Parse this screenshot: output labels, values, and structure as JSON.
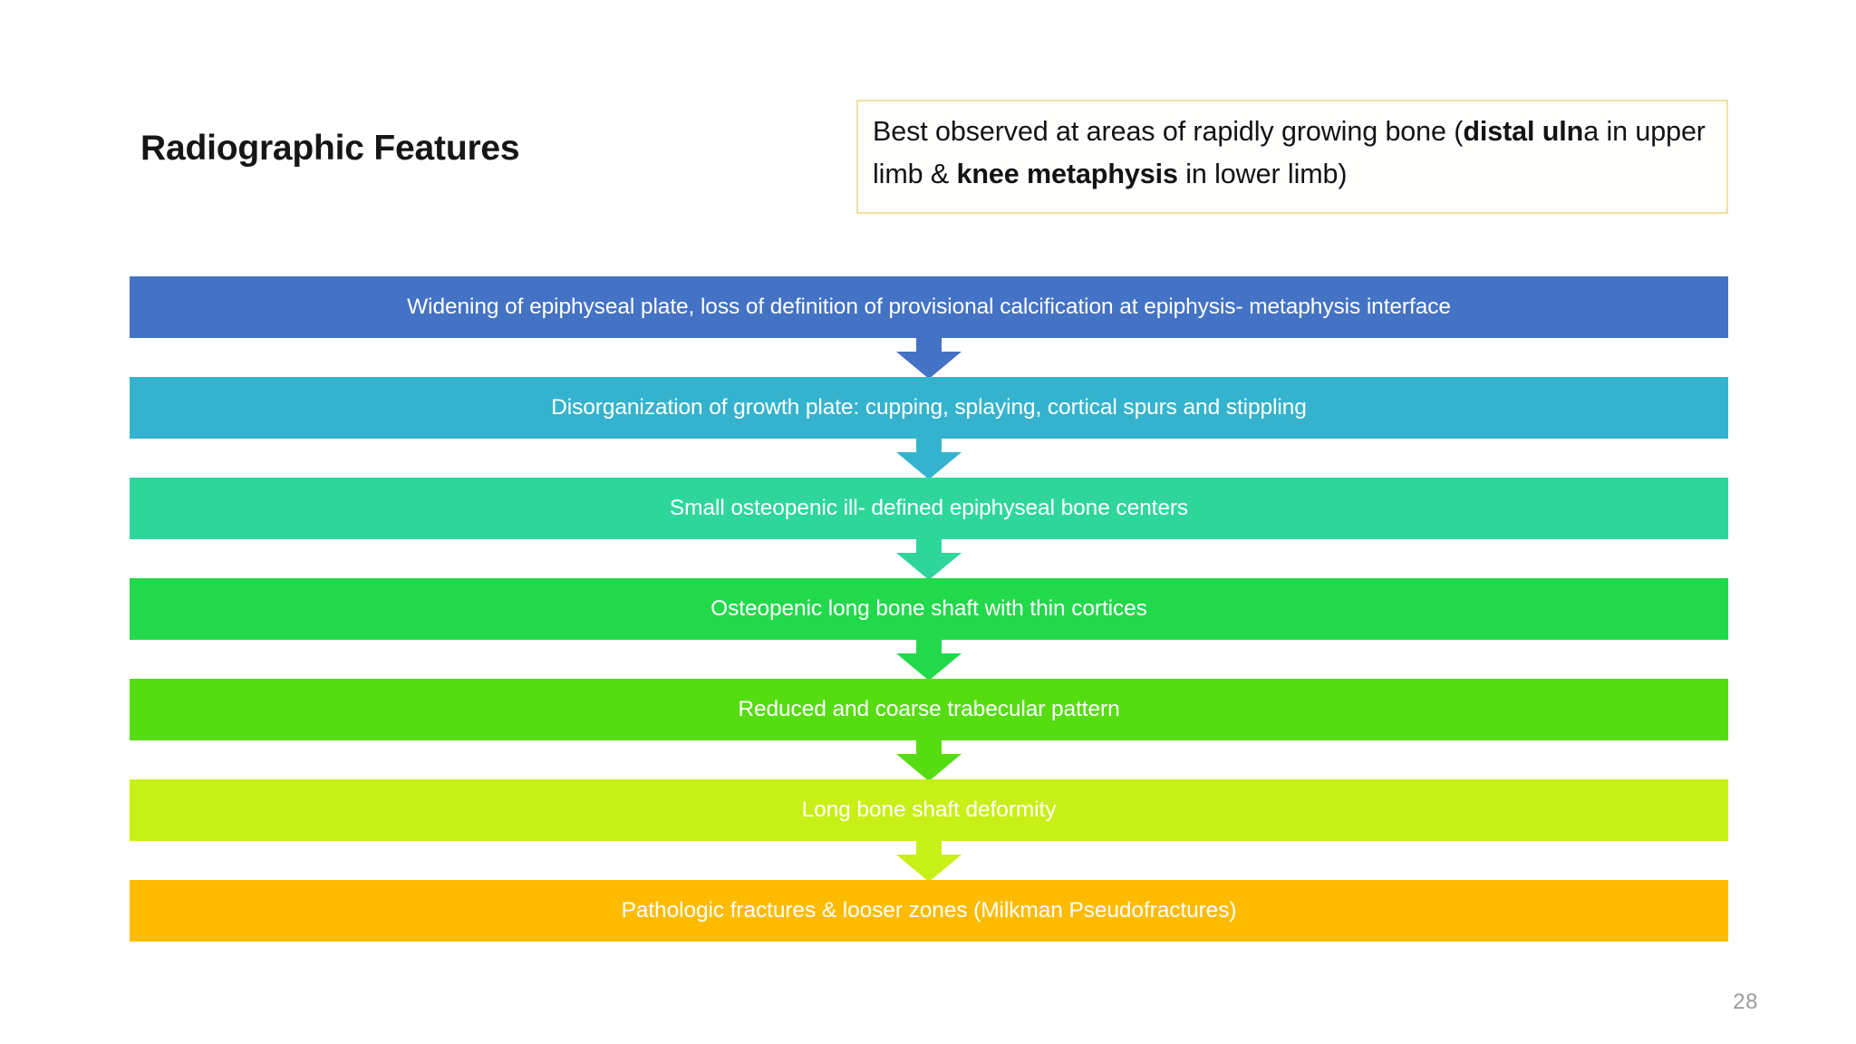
{
  "slide": {
    "title": "Radiographic Features",
    "page_number": "28",
    "background_color": "#ffffff"
  },
  "callout": {
    "border_color": "#F2DFA3",
    "background_color": "#FEFEFC",
    "text_color": "#131313",
    "segments": [
      {
        "text": "Best observed at areas of rapidly growing bone (",
        "bold": false
      },
      {
        "text": "distal uln",
        "bold": true
      },
      {
        "text": "a in upper limb & ",
        "bold": false
      },
      {
        "text": "knee metaphysis",
        "bold": true
      },
      {
        "text": " in lower limb)",
        "bold": false
      }
    ],
    "plain_text": "Best observed at areas of rapidly growing bone (distal ulna in upper limb & knee metaphysis in lower limb)"
  },
  "flow": {
    "text_color": "#ffffff",
    "steps": [
      {
        "label": "Widening of epiphyseal plate, loss of definition of provisional calcification at epiphysis- metaphysis interface",
        "color": "#4472C4"
      },
      {
        "label": "Disorganization of growth plate: cupping, splaying, cortical spurs and stippling",
        "color": "#35B3CE"
      },
      {
        "label": "Small osteopenic ill- defined epiphyseal bone centers",
        "color": "#2FD69B"
      },
      {
        "label": "Osteopenic long bone shaft with thin cortices",
        "color": "#22D94B"
      },
      {
        "label": "Reduced and coarse trabecular pattern",
        "color": "#55DD11"
      },
      {
        "label": "Long bone shaft deformity",
        "color": "#C6F016"
      },
      {
        "label": "Pathologic fractures & looser zones (Milkman Pseudofractures)",
        "color": "#FFBB00"
      }
    ]
  }
}
